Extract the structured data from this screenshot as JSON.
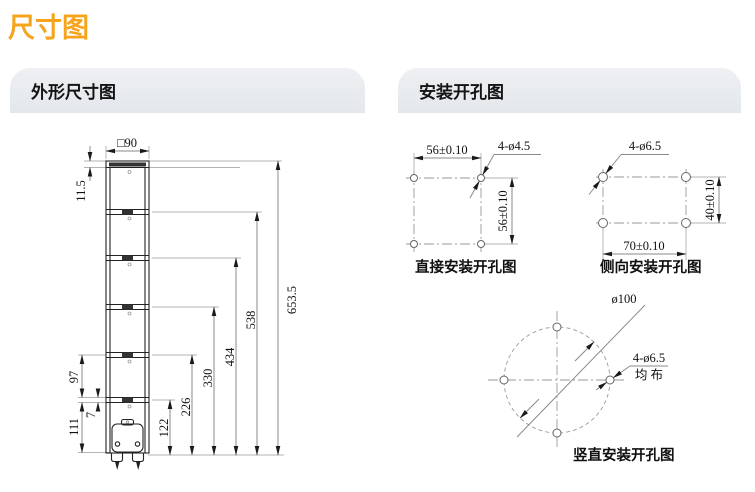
{
  "page": {
    "title": "尺寸图"
  },
  "panels": {
    "outline": {
      "header": "外形尺寸图"
    },
    "install": {
      "header": "安装开孔图"
    }
  },
  "outline_drawing": {
    "dims": {
      "width": "□90",
      "cap_height": "11.5",
      "seg_97": "97",
      "seg_7": "7",
      "seg_111": "111",
      "h_122": "122",
      "h_226": "226",
      "h_330": "330",
      "h_434": "434",
      "h_538": "538",
      "h_total": "653.5"
    }
  },
  "install_drawings": {
    "direct": {
      "caption": "直接安装开孔图",
      "dim_top": "56±0.10",
      "dim_right": "56±0.10",
      "holes_label": "4-ø4.5"
    },
    "side": {
      "caption": "侧向安装开孔图",
      "dim_bottom": "70±0.10",
      "dim_right": "40±0.10",
      "holes_label": "4-ø6.5"
    },
    "vertical": {
      "caption": "竖直安装开孔图",
      "circle_label": "ø100",
      "holes_label": "4-ø6.5",
      "holes_note": "均 布"
    }
  },
  "colors": {
    "accent_orange": "#f7a41d",
    "header_gray": "#e7eaee"
  }
}
